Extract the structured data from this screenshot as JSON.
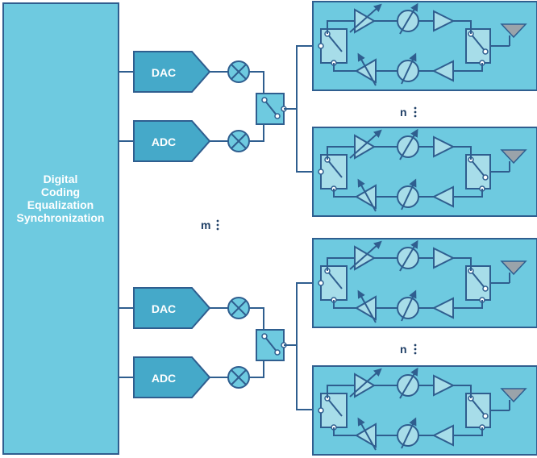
{
  "digital_block": {
    "lines": [
      "Digital",
      "Coding",
      "Equalization",
      "Synchronization"
    ]
  },
  "converters": {
    "dac_label": "DAC",
    "adc_label": "ADC"
  },
  "repeat_labels": {
    "m": "m",
    "n": "n"
  },
  "colors": {
    "block_fill": "#6ecae0",
    "converter_fill": "#45a9c9",
    "outline": "#2f5e8f",
    "antenna": "#9aa3aa"
  },
  "icons": [
    "mixer-icon",
    "switch-icon",
    "phase-shifter-icon",
    "variable-attenuator-icon",
    "amplifier-icon",
    "antenna-icon"
  ]
}
